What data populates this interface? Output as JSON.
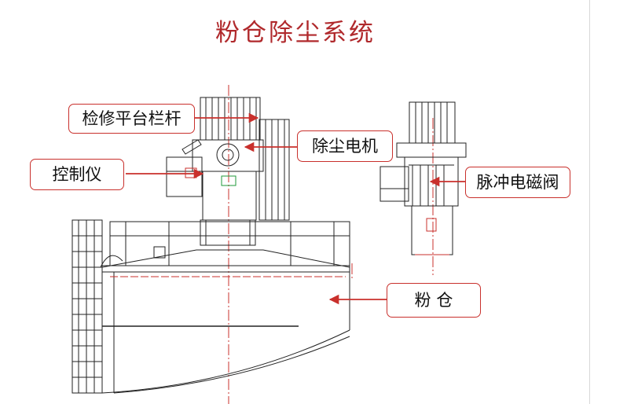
{
  "title": "粉仓除尘系统",
  "labels": {
    "railing": "检修平台栏杆",
    "fan_motor": "除尘电机",
    "controller": "控制仪",
    "valve": "脉冲电磁阀",
    "silo": "粉 仓"
  },
  "colors": {
    "accent": "#c9302c",
    "title": "#b0292c",
    "line": "#222222"
  }
}
